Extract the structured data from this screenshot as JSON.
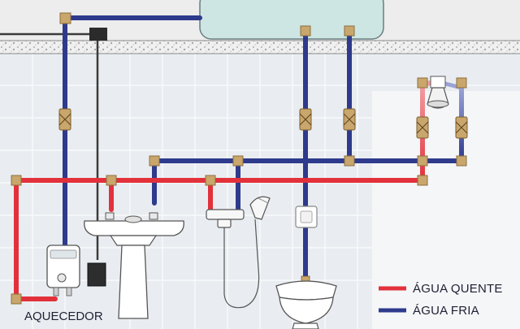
{
  "diagram": {
    "heater_label": "AQUECEDOR",
    "legend": [
      {
        "label": "ÁGUA QUENTE",
        "color": "#e2313a"
      },
      {
        "label": "ÁGUA FRIA",
        "color": "#2e3a8c"
      }
    ]
  },
  "colors": {
    "hot": "#e2313a",
    "cold": "#2e3a8c",
    "fitting": "#c9a66b",
    "wall": "#e6eaee",
    "ceiling": "#ececec",
    "tank": "#cde6e3",
    "conduit": "#3b3b3b"
  },
  "icons": {
    "heater": "water-heater-icon",
    "sink": "pedestal-sink-icon",
    "toilet": "toilet-icon",
    "shower": "shower-head-icon",
    "hand_shower": "hand-shower-icon",
    "switch": "wall-switch-icon"
  }
}
